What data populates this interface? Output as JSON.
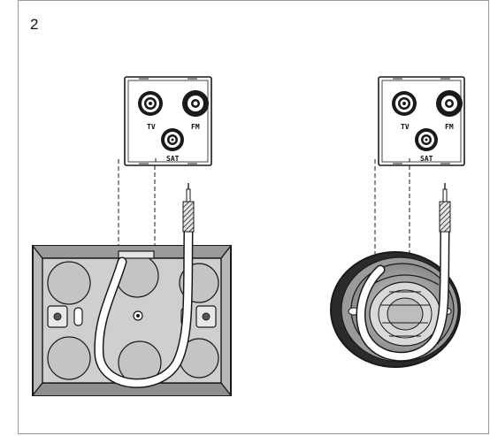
{
  "step_number": "2",
  "socket_labels": {
    "tv": "TV",
    "fm": "FM",
    "sat": "SAT"
  },
  "colors": {
    "line": "#1a1a1a",
    "box_fill": "#c8c8c8",
    "box_dark": "#7d7d7d",
    "round_dark": "#2b2b2b",
    "round_mid": "#9a9a9a",
    "round_light": "#e6e6e6"
  },
  "icons": [
    "coaxial-connector-icon",
    "cable-icon"
  ]
}
